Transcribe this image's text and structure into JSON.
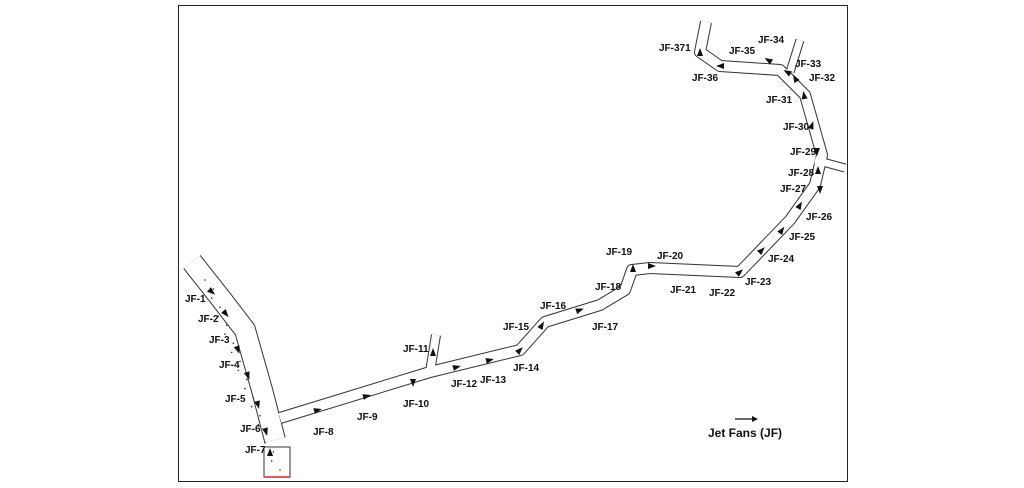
{
  "diagram": {
    "labels": [
      "JF-1",
      "JF-2",
      "JF-3",
      "JF-4",
      "JF-5",
      "JF-6",
      "JF-7",
      "JF-8",
      "JF-9",
      "JF-10",
      "JF-11",
      "JF-12",
      "JF-13",
      "JF-14",
      "JF-15",
      "JF-16",
      "JF-17",
      "JF-18",
      "JF-19",
      "JF-20",
      "JF-21",
      "JF-22",
      "JF-23",
      "JF-24",
      "JF-25",
      "JF-26",
      "JF-27",
      "JF-28",
      "JF-29",
      "JF-30",
      "JF-31",
      "JF-32",
      "JF-33",
      "JF-34",
      "JF-35",
      "JF-36",
      "JF-371"
    ],
    "legend": {
      "label": "Jet Fans (JF)",
      "icon": "arrow-right-icon"
    },
    "colors": {
      "outline": "#333333",
      "fill": "#ffffff",
      "end_cap_red": "#e02020",
      "end_cap_blue": "#7777dd"
    }
  }
}
